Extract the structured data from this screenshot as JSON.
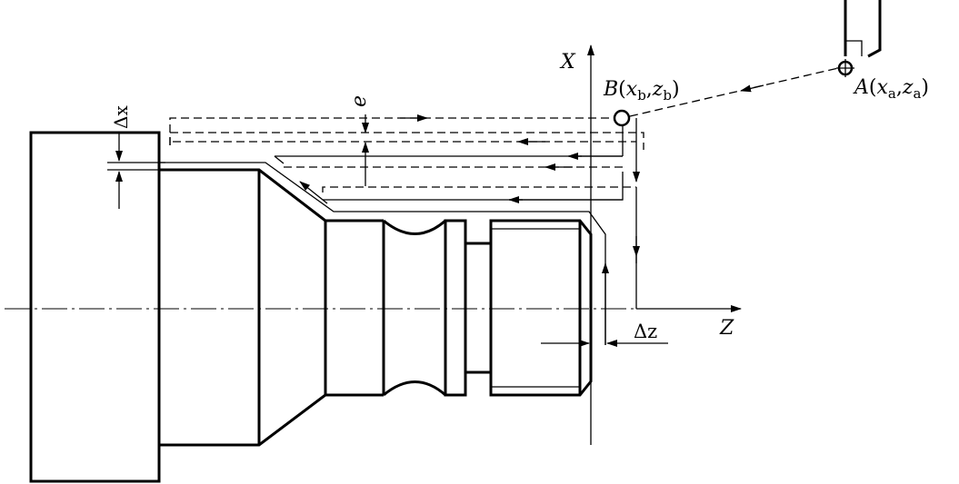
{
  "labels": {
    "axis_x": "X",
    "axis_z": "Z",
    "point_b": {
      "name": "B",
      "open": "(",
      "coord1": "x",
      "sub1": "b",
      "sep": ",",
      "coord2": "z",
      "sub2": "b",
      "close": ")"
    },
    "point_a": {
      "name": "A",
      "open": "(",
      "coord1": "x",
      "sub1": "a",
      "sep": ",",
      "coord2": "z",
      "sub2": "a",
      "close": ")"
    },
    "dim_e": "e",
    "dim_dx": "Δx",
    "dim_dz": "Δz"
  }
}
